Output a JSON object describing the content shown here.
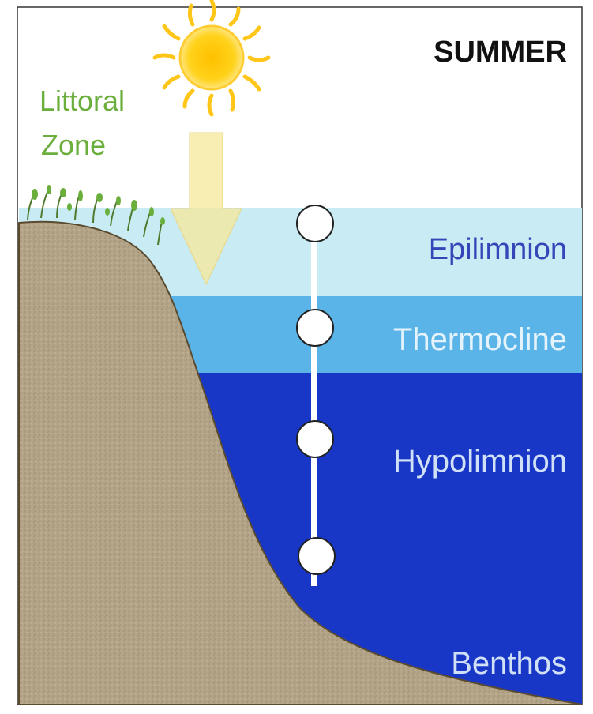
{
  "season": "SUMMER",
  "zones": {
    "littoral_line1": "Littoral",
    "littoral_line2": "Zone"
  },
  "layers": {
    "epilimnion": "Epilimnion",
    "thermocline": "Thermocline",
    "hypolimnion": "Hypolimnion",
    "benthos": "Benthos"
  },
  "colors": {
    "epilimnion": "#c9ecf4",
    "thermocline": "#5bb4e8",
    "hypolimnion": "#1937c6",
    "sediment": "#b3a488",
    "littoral_text": "#6aae3c",
    "sun": "#ffd21a"
  },
  "icons": [
    "sun-icon",
    "down-arrow-icon",
    "plants-icon",
    "sampling-point-icon"
  ]
}
